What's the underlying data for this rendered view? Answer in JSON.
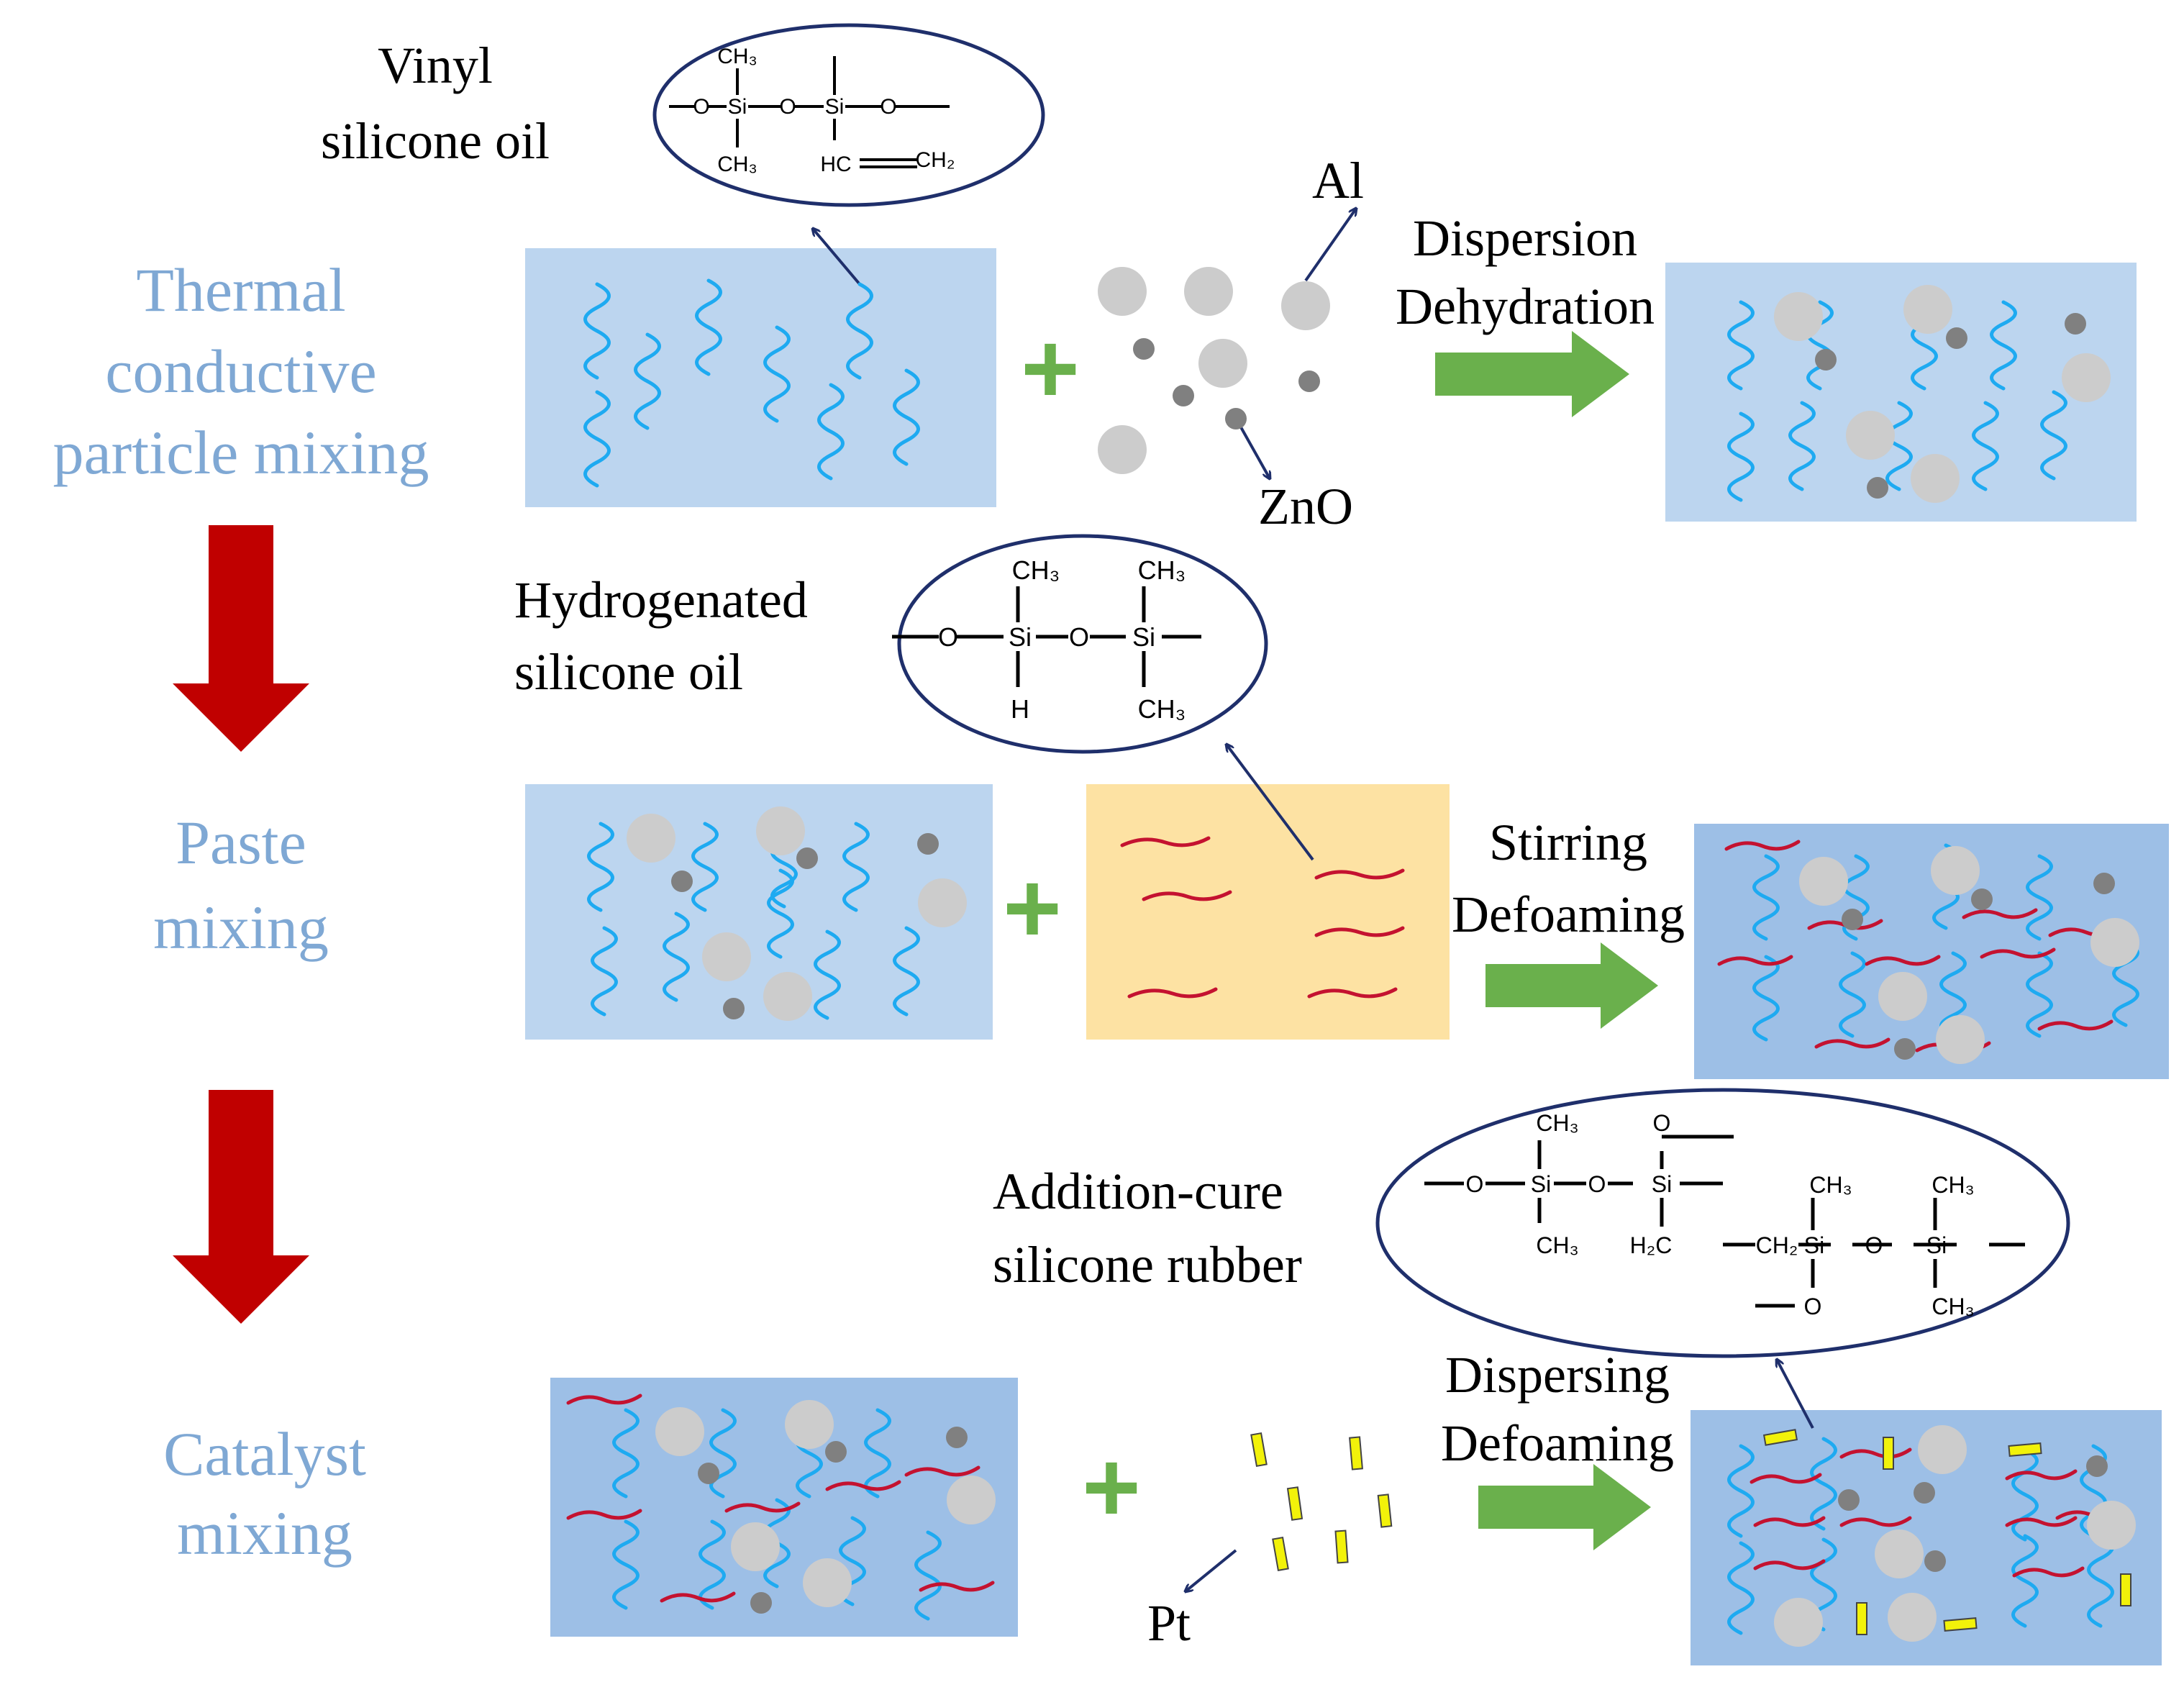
{
  "colors": {
    "stage_label": "#7fa8d4",
    "panel_blue": "#bcd5ef",
    "panel_blue_dark": "#9dbfe6",
    "panel_yellow": "#fde2a3",
    "chain_blue": "#1eaaf1",
    "chain_red": "#c41230",
    "arrow_green": "#6ab04c",
    "arrow_red": "#c00000",
    "particle_large": "#cccccc",
    "particle_small": "#808080",
    "catalyst_yellow": "#f2f20a",
    "ellipse_stroke": "#1f2f6b",
    "pointer_navy": "#1f2f6b"
  },
  "stages": [
    {
      "id": "thermal",
      "lines": [
        "Thermal",
        "conductive",
        "particle mixing"
      ]
    },
    {
      "id": "paste",
      "lines": [
        "Paste",
        "mixing"
      ]
    },
    {
      "id": "catalyst",
      "lines": [
        "Catalyst",
        "mixing"
      ]
    }
  ],
  "labels": {
    "vinyl": [
      "Vinyl",
      "silicone oil"
    ],
    "hydrogenated": [
      "Hydrogenated",
      "silicone oil"
    ],
    "addition": [
      "Addition-cure",
      "silicone rubber"
    ],
    "al": "Al",
    "zno": "ZnO",
    "pt": "Pt"
  },
  "steps": {
    "row1": [
      "Dispersion",
      "Dehydration"
    ],
    "row2": [
      "Stirring",
      "Defoaming"
    ],
    "row3": [
      "Dispersing",
      "Defoaming"
    ]
  },
  "chem": {
    "ch3": "CH₃",
    "h": "H",
    "si": "Si",
    "o": "O",
    "hc": "HC",
    "ch2": "CH₂",
    "h2c": "H₂C"
  },
  "plus": "+"
}
